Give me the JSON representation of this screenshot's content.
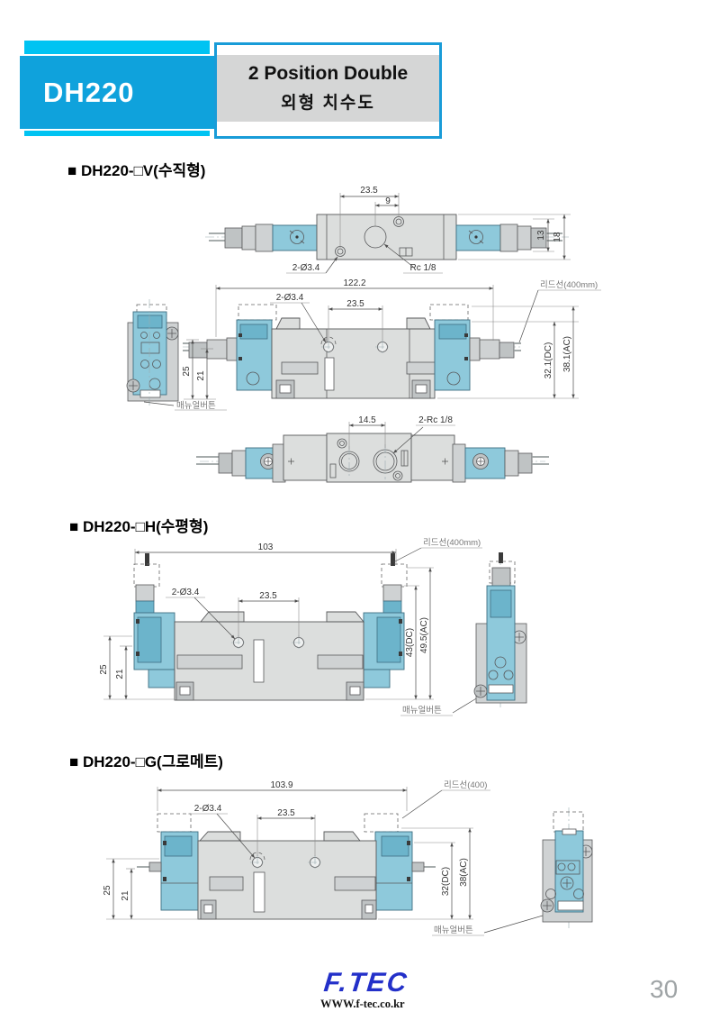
{
  "header": {
    "model": "DH220",
    "title_line1": "2 Position Double",
    "title_line2": "외형 치수도"
  },
  "colors": {
    "accent_bright": "#00c3f2",
    "accent": "#0fa2dc",
    "border_blue": "#199cd8",
    "panel_gray": "#d5d6d6",
    "solenoid_cyan": "#8ec9db",
    "body_gray": "#dcdedd"
  },
  "sections": {
    "v": {
      "title": "■ DH220-□V(수직형)",
      "dims": {
        "pitch_a": "23.5",
        "pitch_b": "9",
        "h_inner": "13",
        "h_outer": "18",
        "holes": "2-Ø3.4",
        "port": "Rc 1/8",
        "total_w": "122.2",
        "front_holes": "2-Ø3.4",
        "front_pitch": "23.5",
        "h1": "25",
        "h2": "21",
        "h_dc": "32.1(DC)",
        "h_ac": "38.1(AC)",
        "lead": "리드선(400mm)",
        "manual": "매뉴얼버튼",
        "bottom_pitch": "14.5",
        "bottom_ports": "2-Rc 1/8"
      }
    },
    "h": {
      "title": "■ DH220-□H(수평형)",
      "dims": {
        "total_w": "103",
        "lead": "리드선(400mm)",
        "holes": "2-Ø3.4",
        "pitch": "23.5",
        "h1": "25",
        "h2": "21",
        "h_dc": "43(DC)",
        "h_ac": "49.5(AC)",
        "manual": "매뉴얼버튼"
      }
    },
    "g": {
      "title": "■ DH220-□G(그로메트)",
      "dims": {
        "total_w": "103.9",
        "lead": "리드선(400)",
        "holes": "2-Ø3.4",
        "pitch": "23.5",
        "h1": "25",
        "h2": "21",
        "h_dc": "32(DC)",
        "h_ac": "38(AC)",
        "manual": "매뉴얼버튼"
      }
    }
  },
  "footer": {
    "brand": "F.TEC",
    "website": "WWW.f-tec.co.kr",
    "page_number": "30"
  }
}
